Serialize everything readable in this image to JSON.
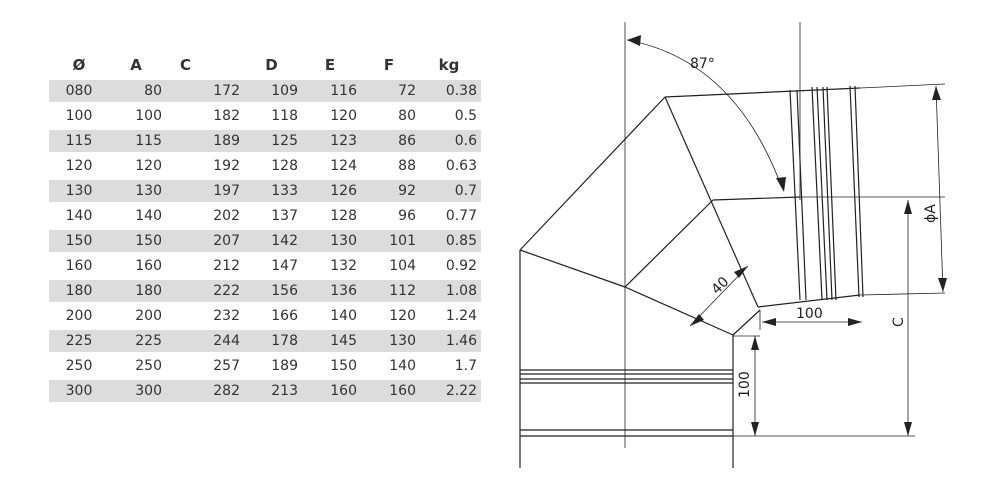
{
  "table": {
    "headers": [
      "Ø",
      "A",
      "C",
      "D",
      "E",
      "F",
      "kg"
    ],
    "rows": [
      [
        "080",
        "80",
        "172",
        "109",
        "116",
        "72",
        "0.38"
      ],
      [
        "100",
        "100",
        "182",
        "118",
        "120",
        "80",
        "0.5"
      ],
      [
        "115",
        "115",
        "189",
        "125",
        "123",
        "86",
        "0.6"
      ],
      [
        "120",
        "120",
        "192",
        "128",
        "124",
        "88",
        "0.63"
      ],
      [
        "130",
        "130",
        "197",
        "133",
        "126",
        "92",
        "0.7"
      ],
      [
        "140",
        "140",
        "202",
        "137",
        "128",
        "96",
        "0.77"
      ],
      [
        "150",
        "150",
        "207",
        "142",
        "130",
        "101",
        "0.85"
      ],
      [
        "160",
        "160",
        "212",
        "147",
        "132",
        "104",
        "0.92"
      ],
      [
        "180",
        "180",
        "222",
        "156",
        "136",
        "112",
        "1.08"
      ],
      [
        "200",
        "200",
        "232",
        "166",
        "140",
        "120",
        "1.24"
      ],
      [
        "225",
        "225",
        "244",
        "178",
        "145",
        "130",
        "1.46"
      ],
      [
        "250",
        "250",
        "257",
        "189",
        "150",
        "140",
        "1.7"
      ],
      [
        "300",
        "300",
        "282",
        "213",
        "160",
        "160",
        "2.22"
      ]
    ]
  },
  "drawing": {
    "angle_label": "87°",
    "dim_40": "40",
    "dim_100_horizontal": "100",
    "dim_100_vertical": "100",
    "dim_c": "C",
    "dim_phi_a": "ϕA"
  }
}
